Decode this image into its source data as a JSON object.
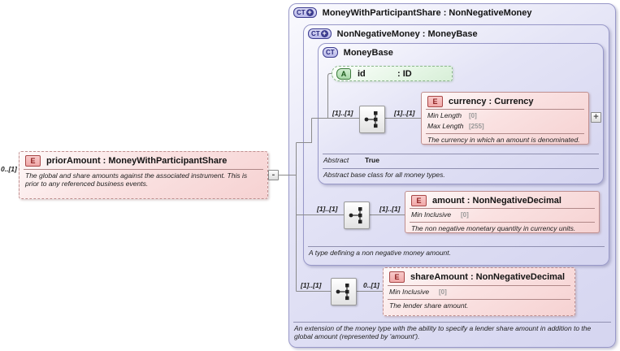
{
  "controls": {
    "collapse": "-",
    "expand": "+",
    "ct_plus": "+"
  },
  "cardinality": {
    "prior_amount": "0..[1]",
    "money_base_seq_left": "[1]..[1]",
    "money_base_seq_right": "[1]..[1]",
    "amount_seq_left": "[1]..[1]",
    "amount_seq_right": "[1]..[1]",
    "share_seq_left": "[1]..[1]",
    "share_seq_right": "0..[1]"
  },
  "root_type": {
    "badge": "CT",
    "title": "MoneyWithParticipantShare : NonNegativeMoney",
    "annotation": "An extension of the money type with the ability to specify a lender share amount in addition to the global amount (represented by 'amount')."
  },
  "non_negative_money": {
    "badge": "CT",
    "title": "NonNegativeMoney : MoneyBase",
    "annotation": "A type defining a non negative money amount."
  },
  "money_base": {
    "badge": "CT",
    "title": "MoneyBase",
    "facets": [
      {
        "name": "Abstract",
        "value": "True"
      }
    ],
    "annotation": "Abstract base class for all money types."
  },
  "prior_amount": {
    "badge": "E",
    "title": "priorAmount : MoneyWithParticipantShare",
    "annotation": "The global and share amounts against the associated instrument. This is prior to any referenced business events."
  },
  "id_attribute": {
    "badge": "A",
    "name": "id",
    "type": ": ID"
  },
  "currency": {
    "badge": "E",
    "title": "currency : Currency",
    "facets": [
      {
        "name": "Min Length",
        "value": "[0]"
      },
      {
        "name": "Max Length",
        "value": "[255]"
      }
    ],
    "annotation": "The currency in which an amount is denominated."
  },
  "amount": {
    "badge": "E",
    "title": "amount : NonNegativeDecimal",
    "facets": [
      {
        "name": "Min Inclusive",
        "value": "[0]"
      }
    ],
    "annotation": "The non negative monetary quantity in currency units."
  },
  "share_amount": {
    "badge": "E",
    "title": "shareAmount : NonNegativeDecimal",
    "facets": [
      {
        "name": "Min Inclusive",
        "value": "[0]"
      }
    ],
    "annotation": "The lender share amount."
  }
}
